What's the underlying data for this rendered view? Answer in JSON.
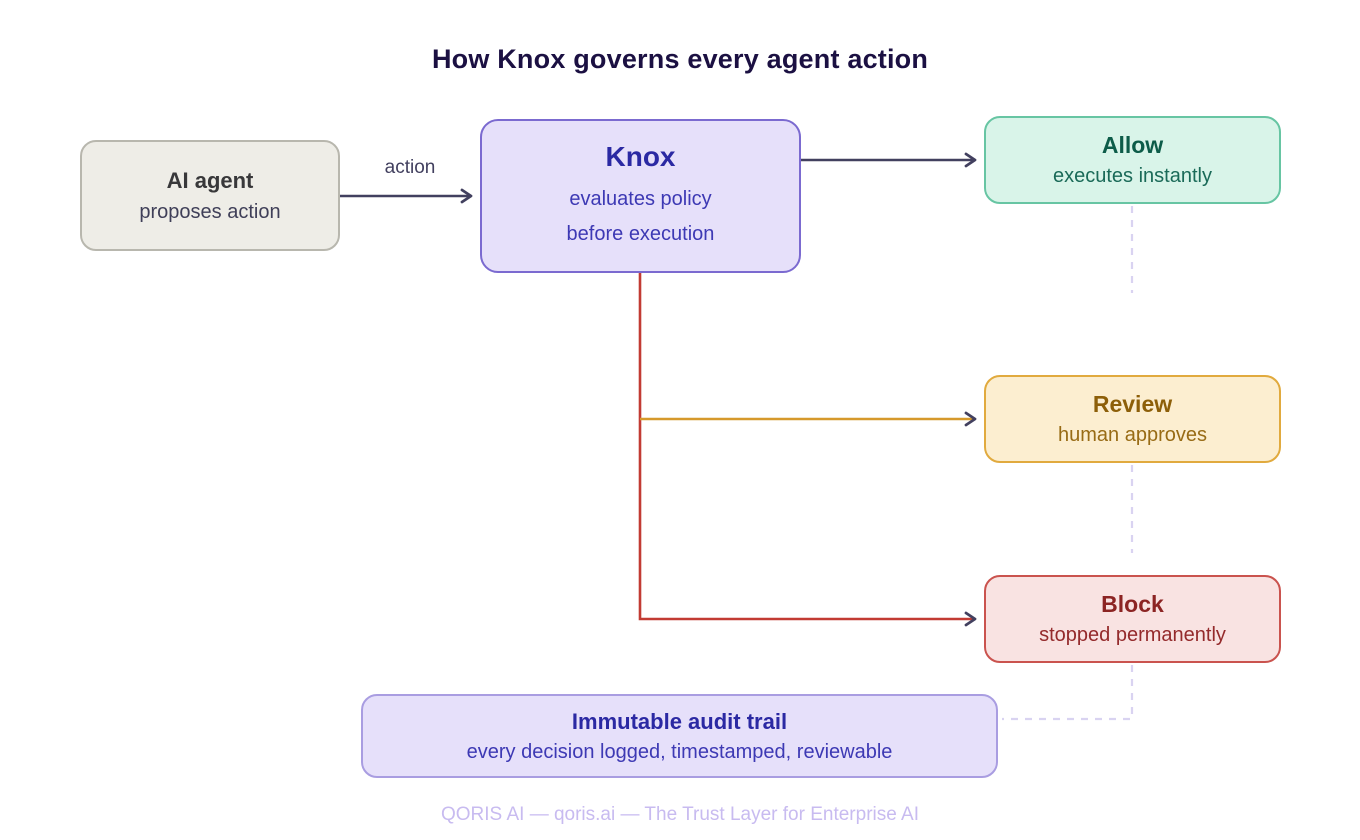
{
  "title": "How Knox governs every agent action",
  "nodes": {
    "agent": {
      "title": "AI agent",
      "subtitle": "proposes action"
    },
    "knox": {
      "title": "Knox",
      "line1": "evaluates policy",
      "line2": "before execution"
    },
    "allow": {
      "title": "Allow",
      "subtitle": "executes instantly"
    },
    "review": {
      "title": "Review",
      "subtitle": "human approves"
    },
    "block": {
      "title": "Block",
      "subtitle": "stopped permanently"
    },
    "audit": {
      "title": "Immutable audit trail",
      "subtitle": "every decision logged, timestamped, reviewable"
    }
  },
  "edges": {
    "action_label": "action"
  },
  "footer": "QORIS AI — qoris.ai — The Trust Layer for Enterprise AI",
  "palette": {
    "title-color": "#1b1042",
    "footer-color": "#c8bbf0",
    "slate": "#42405f",
    "orange": "#d6992b",
    "red": "#c23b33",
    "dash": "#d9d3f1",
    "agent-bg": "#eeede7",
    "agent-border": "#b8b7ae",
    "agent-title": "#38383a",
    "agent-sub": "#3f3f58",
    "knox-bg": "#e6e0fa",
    "knox-border": "#7b6ad0",
    "knox-title": "#2b29a3",
    "knox-sub": "#3d39b4",
    "allow-bg": "#d9f4e9",
    "allow-border": "#67c5a3",
    "allow-title": "#0d5c49",
    "allow-sub": "#1a6a58",
    "review-bg": "#fceed0",
    "review-border": "#e1aa3e",
    "review-title": "#8d5f09",
    "review-sub": "#986b15",
    "block-bg": "#f9e3e2",
    "block-border": "#ca534e",
    "block-title": "#8c2423",
    "block-sub": "#942a2b",
    "audit-bg": "#e6e0fa",
    "audit-border": "#a99de1",
    "audit-title": "#2b29a3",
    "audit-sub": "#3d39b4"
  }
}
